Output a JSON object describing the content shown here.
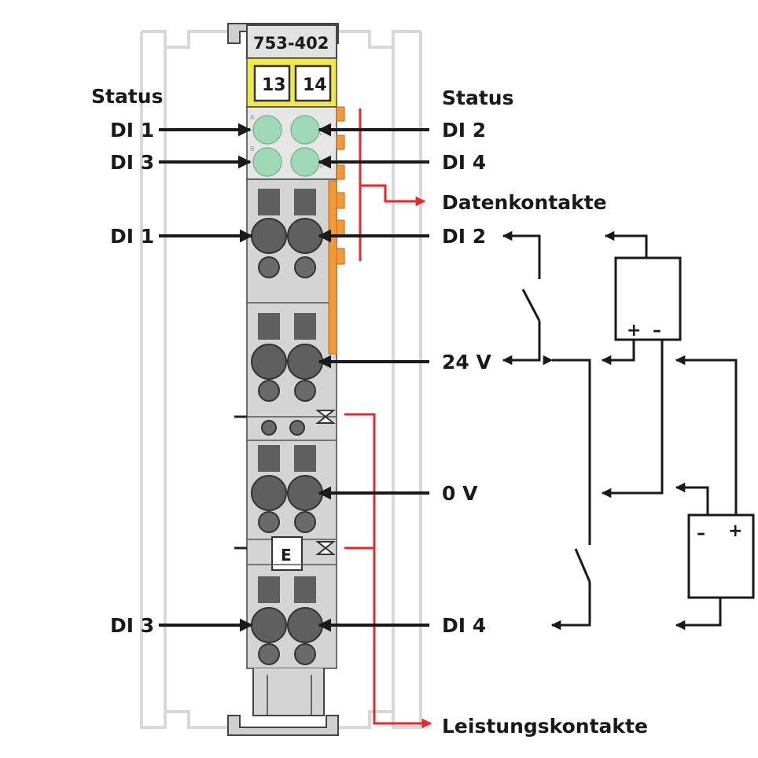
{
  "module": {
    "model": "753-402",
    "marker_left": "13",
    "marker_right": "14",
    "end_plate_label": "E",
    "led_letters": [
      "A",
      "B",
      "C",
      "D"
    ]
  },
  "labels": {
    "status_left": "Status",
    "status_right": "Status",
    "di1_status": "DI 1",
    "di3_status": "DI 3",
    "di2_status": "DI 2",
    "di4_status": "DI 4",
    "data_contacts": "Datenkontakte",
    "di1_terminal": "DI 1",
    "di2_terminal": "DI 2",
    "v24": "24 V",
    "v0": "0 V",
    "di3_terminal": "DI 3",
    "di4_terminal": "DI 4",
    "power_contacts": "Leistungskontakte",
    "plus_top": "+",
    "minus_top": "–",
    "minus_bottom": "–",
    "plus_bottom": "+"
  },
  "colors": {
    "module_body": "#d4d4d4",
    "marker_yellow": "#f2e84a",
    "led_green": "#9fd9b7",
    "contact_orange": "#f29a3a",
    "red_line": "#e8262b",
    "arrow_black": "#1a1a1a",
    "rail_outline": "#d8d8d8"
  }
}
